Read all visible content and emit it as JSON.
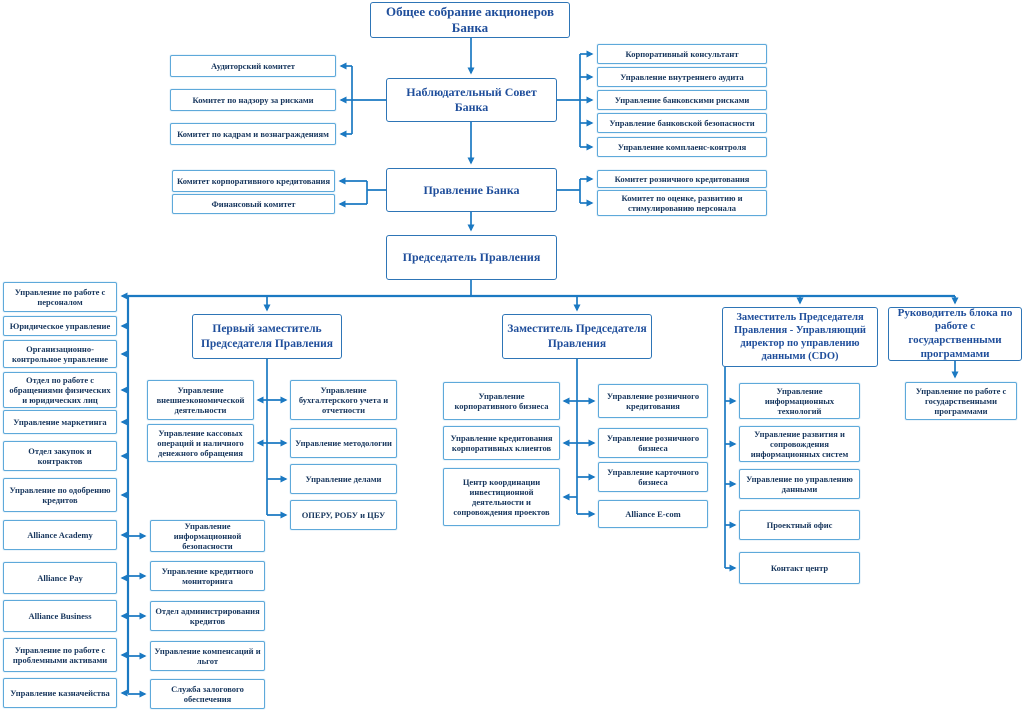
{
  "colors": {
    "connector": "#1b79c2",
    "main_border": "#2e75b6",
    "leaf_border": "#5ea9da",
    "main_text": "#1f4e9b",
    "leaf_text": "#17365d",
    "background": "#ffffff"
  },
  "org": {
    "root": {
      "label": "Общее собрание акционеров Банка"
    },
    "supervisory_board": {
      "label": "Наблюдательный Совет Банка",
      "committees": [
        "Аудиторский комитет",
        "Комитет по надзору за рисками",
        "Комитет по кадрам и вознаграждениям"
      ],
      "departments": [
        "Корпоративный консультант",
        "Управление внутреннего аудита",
        "Управление банковскими рисками",
        "Управление банковской безопасности",
        "Управление комплаенс-контроля"
      ]
    },
    "management_board": {
      "label": "Правление Банка",
      "committees_left": [
        "Комитет корпоративного кредитования",
        "Финансовый комитет"
      ],
      "committees_right": [
        "Комитет розничного кредитования",
        "Комитет по оценке, развитию и стимулированию персонала"
      ]
    },
    "chairman": {
      "label": "Председатель Правления",
      "direct_units_left": [
        "Управление по работе с персоналом",
        "Юридическое управление",
        "Организационно-контрольное управление",
        "Отдел по работе с обращениями физических и юридических лиц",
        "Управление маркетинга",
        "Отдел закупок и контрактов",
        "Управление по одобрению кредитов",
        "Alliance Academy",
        "Alliance Pay",
        "Alliance Business",
        "Управление по работе с проблемными активами",
        "Управление казначейства"
      ],
      "direct_units_inner": [
        "Управление информационной безопасности",
        "Управление кредитного мониторинга",
        "Отдел администрирования кредитов",
        "Управление компенсаций и льгот",
        "Служба залогового обеспечения"
      ]
    },
    "deputy_first": {
      "label": "Первый заместитель Председателя Правления",
      "units_left": [
        "Управление внешнеэкономической деятельности",
        "Управление кассовых операций и наличного денежного обращения"
      ],
      "units_right": [
        "Управление бухгалтерского учета и отчетности",
        "Управление методологии",
        "Управление делами",
        "ОПЕРУ, РОБУ и ЦБУ"
      ]
    },
    "deputy_second": {
      "label": "Заместитель Председателя Правления",
      "units_left": [
        "Управление корпоративного бизнеса",
        "Управление кредитования корпоративных клиентов",
        "Центр координации инвестиционной деятельности и сопровождения проектов"
      ],
      "units_right": [
        "Управление розничного кредитования",
        "Управление розничного бизнеса",
        "Управление карточного бизнеса",
        "Alliance E-com"
      ]
    },
    "deputy_cdo": {
      "label": "Заместитель Председателя Правления - Управляющий директор по управлению данными (CDO)",
      "units": [
        "Управление информационных технологий",
        "Управление развития и сопровождения информационных систем",
        "Управление по управлению данными",
        "Проектный офис",
        "Контакт центр"
      ]
    },
    "head_state_programs": {
      "label": "Руководитель блока по работе с государственными программами",
      "units": [
        "Управление по работе с государственными программами"
      ]
    }
  }
}
